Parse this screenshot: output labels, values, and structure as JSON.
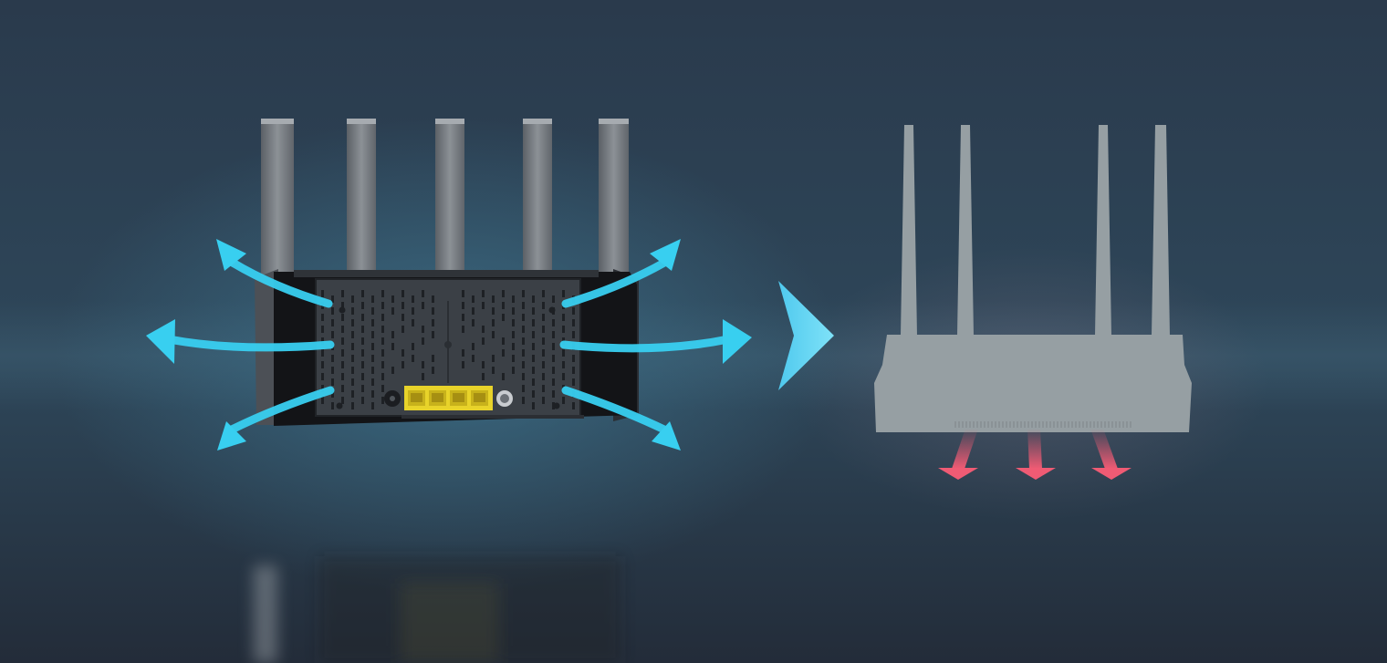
{
  "colors": {
    "background_top": "#2a3a4c",
    "background_mid": "#33566a",
    "background_bottom": "#262f3e",
    "airflow_arrow": "#38cff0",
    "heat_arrow": "#ef5b74",
    "chevron": "#5fd7f5",
    "generic_router": "#969fa3",
    "router_body": "#131417",
    "router_panel": "#3b4046",
    "antenna": "#6f7479",
    "port_block": "#e8d32a"
  },
  "illustration": {
    "left_router": {
      "antenna_count": 5,
      "ethernet_ports": 4,
      "airflow_arrows": 6
    },
    "comparison": {
      "chevron_icon": "chevron-right"
    },
    "right_router": {
      "antenna_count": 4,
      "heat_arrows": 3
    }
  }
}
